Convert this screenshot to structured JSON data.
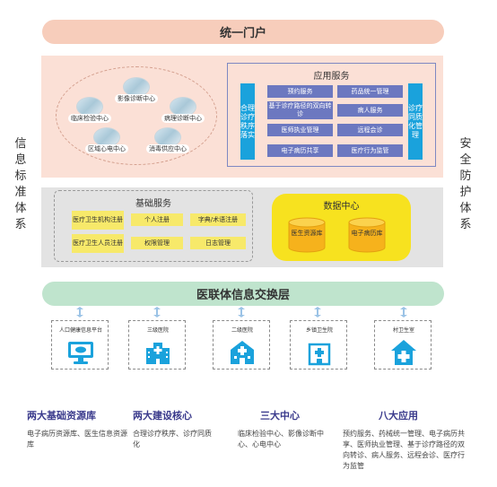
{
  "portal": {
    "title": "统一门户"
  },
  "side": {
    "left": "信息标准体系",
    "right": "安全防护体系"
  },
  "center": {
    "items": [
      {
        "label": "影像诊断中心",
        "icon": "imaging-photo"
      },
      {
        "label": "临床检验中心",
        "icon": "lab-photo"
      },
      {
        "label": "病理诊断中心",
        "icon": "pathology-photo"
      },
      {
        "label": "区域心电中心",
        "icon": "ecg-photo"
      },
      {
        "label": "消毒供应中心",
        "icon": "sterilization-photo"
      }
    ]
  },
  "app": {
    "title": "应用服务",
    "left_col": "合理诊疗秩序落实",
    "right_col": "诊疗同质化管理",
    "items": [
      "预约服务",
      "药品统一管理",
      "基于诊疗路径的双向转诊",
      "病人服务",
      "医师执业管理",
      "远程会诊",
      "电子病历共享",
      "医疗行为监管"
    ]
  },
  "base": {
    "title": "基础服务",
    "items": [
      "医疗卫生机构注册",
      "个人注册",
      "字典/术语注册",
      "医疗卫生人员注册",
      "权限管理",
      "日志管理"
    ]
  },
  "data_center": {
    "title": "数据中心",
    "items": [
      "医生资源库",
      "电子病历库"
    ]
  },
  "exchange": {
    "title": "医联体信息交换层"
  },
  "orgs": [
    {
      "label": "人口健康信息平台",
      "icon": "computer-icon"
    },
    {
      "label": "三级医院",
      "icon": "hospital-building-icon"
    },
    {
      "label": "二级医院",
      "icon": "clinic-building-icon"
    },
    {
      "label": "乡镇卫生院",
      "icon": "health-center-icon"
    },
    {
      "label": "村卫生室",
      "icon": "village-clinic-icon"
    }
  ],
  "summary": [
    {
      "title": "两大基础资源库",
      "text": "电子病历资源库、医生信息资源库"
    },
    {
      "title": "两大建设核心",
      "text": "合理诊疗秩序、诊疗同质化"
    },
    {
      "title": "三大中心",
      "text": "临床检验中心、影像诊断中心、心电中心"
    },
    {
      "title": "八大应用",
      "text": "预约服务、药械统一管理、电子病历共享、医师执业管理、基于诊疗路径的双向转诊、病人服务、远程会诊、医疗行为监管"
    }
  ],
  "colors": {
    "accent_blue": "#1aa2dc",
    "app_purple": "#6c78c0",
    "data_yellow": "#f7e21f",
    "portal_peach": "#f7cdbb",
    "exchange_green": "#bfe4cd",
    "summary_title": "#3a3a8c"
  }
}
